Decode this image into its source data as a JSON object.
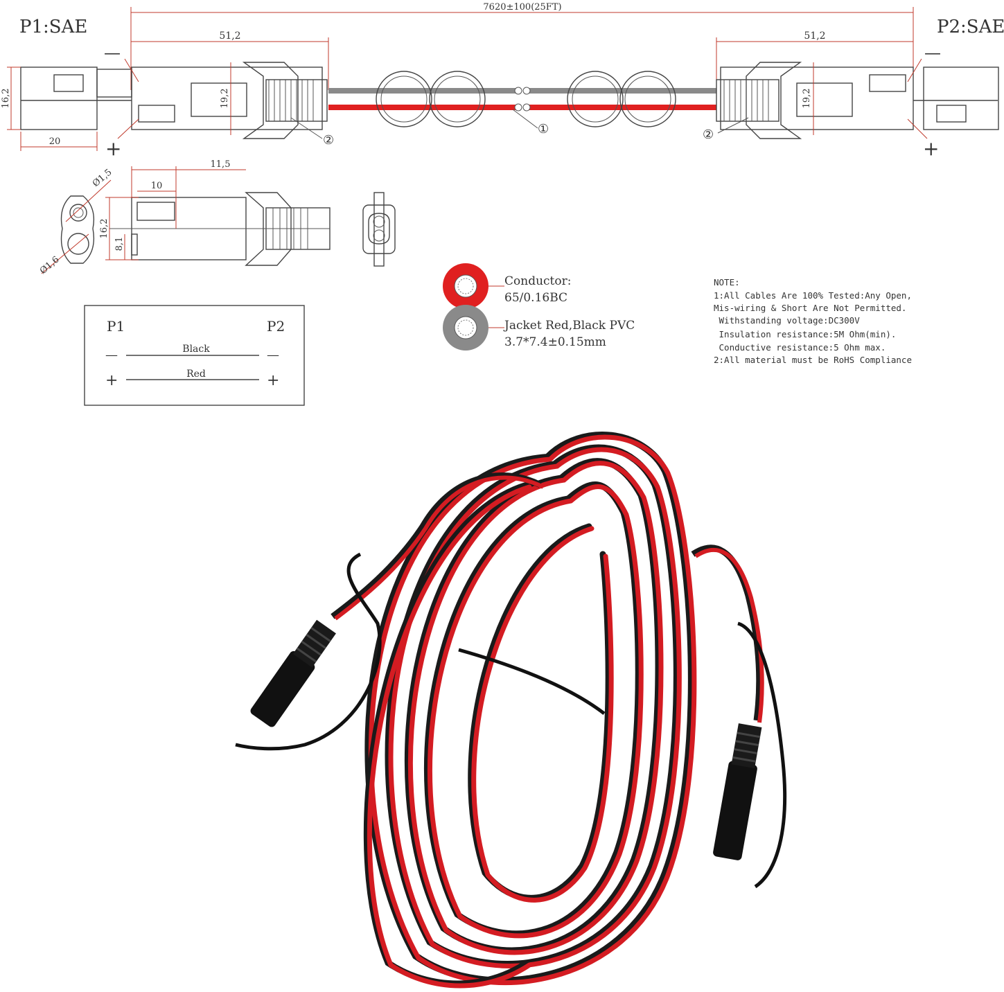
{
  "header": {
    "p1_title": "P1:SAE",
    "p2_title": "P2:SAE"
  },
  "dimensions": {
    "overall_length": "7620±100(25FT)",
    "left_length": "51,2",
    "right_length": "51,2",
    "left_height": "16,2",
    "left_plug_width": "20",
    "boot_height_left": "19,2",
    "boot_height_right": "19,2",
    "detail_length": "11,5",
    "detail_pin": "10",
    "detail_height": "16,2",
    "detail_half_height": "8,1",
    "hole_top": "Ø1,5",
    "hole_bottom": "Ø1,6"
  },
  "polarity": {
    "minus": "—",
    "plus": "+"
  },
  "callouts": {
    "one": "①",
    "two": "②"
  },
  "wiring_table": {
    "p1": "P1",
    "p2": "P2",
    "rows": [
      {
        "left": "—",
        "label": "Black",
        "right": "—"
      },
      {
        "left": "+",
        "label": "Red",
        "right": "+"
      }
    ]
  },
  "cable_spec": {
    "conductor_label": "Conductor:",
    "conductor_value": "65/0.16BC",
    "jacket_label": "Jacket Red,Black PVC",
    "jacket_value": "3.7*7.4±0.15mm"
  },
  "notes": {
    "title": "NOTE:",
    "lines": [
      "1:All Cables Are 100% Tested:Any Open,",
      "Mis-wiring & Short Are Not Permitted.",
      " Withstanding voltage:DC300V",
      " Insulation resistance:5M Ohm(min).",
      " Conductive resistance:5 Ohm max.",
      "2:All material must be RoHS Compliance"
    ]
  },
  "colors": {
    "wire_red": "#e02020",
    "wire_black": "#1a1a1a",
    "jacket_gray": "#888888",
    "dim_line": "#c0392b"
  }
}
